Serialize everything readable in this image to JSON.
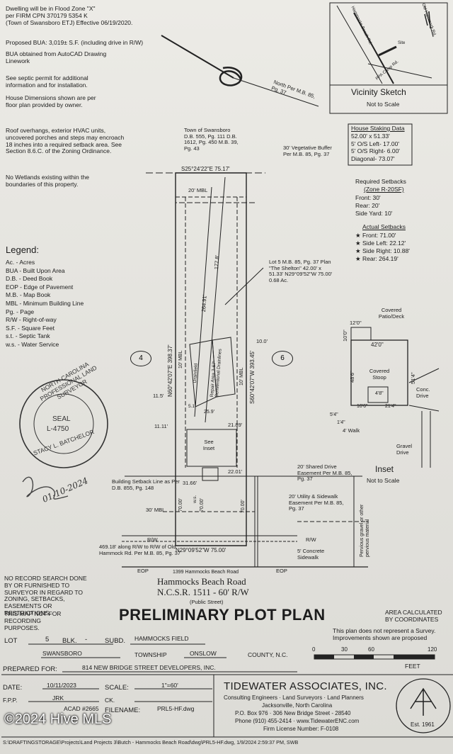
{
  "notes": {
    "flood_lines": [
      "Dwelling will be in Flood Zone \"X\"",
      "per FIRM CPN 370179 5354 K",
      "(Town of Swansboro ETJ) Effective 06/19/2020."
    ],
    "bua": "Proposed BUA: 3,019± S.F. (including drive in R/W)",
    "bua_source": "BUA obtained from AutoCAD Drawing Linework",
    "septic": "See septic permit for additional information and for installation.",
    "house_dims": "House Dimensions shown are per floor plan provided by owner.",
    "roof": "Roof overhangs, exterior HVAC units, uncovered porches and steps may encroach 18 inches into a required setback area. See Section 8.6.C. of the Zoning Ordinance.",
    "wetlands": "No Wetlands existing within the boundaries of this property."
  },
  "legend": {
    "title": "Legend:",
    "items": [
      "Ac. - Acres",
      "BUA - Built Upon Area",
      "D.B. - Deed Book",
      "EOP - Edge of Pavement",
      "M.B. - Map Book",
      "MBL - Minimum Building Line",
      "Pg. - Page",
      "R/W - Right-of-way",
      "S.F. - Square Feet",
      "s.t. - Septic Tank",
      "w.s. - Water Service"
    ]
  },
  "vicinity": {
    "title": "Vicinity Sketch",
    "subtitle": "Not to Scale",
    "roads": [
      "Old Hammock Rd.",
      "Hammocks Beach Rd.",
      "PPA Camp Rd.",
      "Site"
    ]
  },
  "staking": {
    "title": "House Staking Data",
    "lines": [
      "52.00' x 51.33'",
      "5' O/S Left- 17.00'",
      "5' O/S Right- 6.00'",
      "Diagonal- 73.07'"
    ]
  },
  "required_setbacks": {
    "title": "Required Setbacks",
    "zone": "(Zone R-20SF)",
    "lines": [
      "Front: 30'",
      "Rear: 20'",
      "Side Yard: 10'"
    ]
  },
  "actual_setbacks": {
    "title": "Actual Setbacks",
    "lines": [
      "Front: 71.00'",
      "Side Left: 22.12'",
      "Side Right: 10.88'",
      "Rear: 264.19'"
    ]
  },
  "plan_labels": {
    "town": "Town of Swansboro D.B. 555, Pg. 111 D.B. 1612, Pg. 450 M.B. 39, Pg. 43",
    "buffer": "30' Vegetative Buffer Per M.B. 85, Pg. 37",
    "north": "North Per M.B. 85, Pg. 37",
    "rear_bearing": "S25°24'22\"E 75.17'",
    "rear_mbl": "20' MBL",
    "lot5": "Lot 5 M.B. 85, Pg. 37 Plan \"The Shelton\" 42.00' x 51.33' N29°09'52\"W 75.00' 0.68 Ac.",
    "left_bearing": "N60°42'07\"E 398.37'",
    "right_bearing": "S60°42'07\"W 393.45'",
    "dim_264": "264.91'",
    "dim_177": "177.8'",
    "drainfield": "Drainfield",
    "repair": "Repair Area 3-67' Conventional Drainlines",
    "mbl10_l": "10' MBL",
    "mbl10_r": "10' MBL",
    "d10": "10.0'",
    "lot4": "4",
    "lot6": "6",
    "d115": "11.5'",
    "d1111": "11.11'",
    "d259": "25.9'",
    "d2189": "21.89'",
    "d51": "5.1'",
    "see_inset": "See Inset",
    "d2201": "22.01'",
    "d3166": "31.66'",
    "setback_line": "Building Setback Line as Per D.B. 855, Pg. 148",
    "mbl30": "30' MBL",
    "d70a": "70.00'",
    "d70b": "70.00'",
    "ws": "w.s.",
    "d70c": "70.00'",
    "shared_drive": "20' Shared Drive Easement Per M.B. 85, Pg. 37",
    "utility": "20' Utility & Sidewalk Easement Per M.B. 85, Pg. 37",
    "rw_left": "R/W",
    "rw_right": "R/W",
    "rw_dist": "469.18' along R/W to R/W of Old Hammock Rd. Per M.B. 85, Pg. 37",
    "front_bearing": "N29°09'52\"W 75.00'",
    "concrete": "5' Concrete Sidewalk",
    "eop_l": "EOP",
    "eop_r": "EOP",
    "address": "1399 Hammocks Beach Road",
    "pervious": "Pervious gravel or other pervious material",
    "road1": "Hammocks Beach Road",
    "road2": "N.C.S.R. 1511 - 60' R/W",
    "road3": "(Public Street)"
  },
  "inset": {
    "title": "Inset",
    "subtitle": "Not to Scale",
    "patio": "Covered Patio/Deck",
    "d120": "12'0\"",
    "d100": "10'0\"",
    "d420": "42'0\"",
    "d486": "48'6\"",
    "d514": "51'4\"",
    "stoop": "Covered Stoop",
    "d48": "4'8\"",
    "d106": "10'6\"",
    "d214": "21'4\"",
    "d54": "5'4\"",
    "d14": "1'4\"",
    "walk": "4' Walk",
    "conc": "Conc. Drive",
    "gravel": "Gravel Drive"
  },
  "seal": {
    "outer": "NORTH CAROLINA PROFESSIONAL LAND SURVEYOR",
    "seal": "SEAL",
    "number": "L-4750",
    "name": "STACY L. BATCHELOR",
    "date": "01-10-2024"
  },
  "disclaimer": {
    "record": "NO RECORD SEARCH DONE BY OR FURNISHED TO SURVEYOR IN REGARD TO ZONING, SETBACKS, EASEMENTS OR RESTRICTIONS.",
    "not_for": "THIS MAP NOT FOR RECORDING PURPOSES."
  },
  "title_block": {
    "title": "PRELIMINARY PLOT PLAN",
    "area": "AREA CALCULATED BY COORDINATES",
    "survey_note": "This plan does not represent a Survey. Improvements shown are proposed",
    "lot_label": "LOT",
    "lot": "5",
    "blk_label": "BLK.",
    "blk": "-",
    "subd_label": "SUBD.",
    "subd": "HAMMOCKS FIELD",
    "township": "SWANSBORO",
    "township_label": "TOWNSHIP",
    "county": "ONSLOW",
    "county_label": "COUNTY, N.C.",
    "prepared_label": "PREPARED FOR:",
    "prepared": "814 NEW BRIDGE STREET DEVELOPERS, INC.",
    "scale_ticks": [
      "0",
      "30",
      "60",
      "120"
    ],
    "feet": "FEET",
    "date_label": "DATE:",
    "date": "10/11/2023",
    "scale_label": "SCALE:",
    "scale": "1\"=60'",
    "fpp_label": "F.P.P.",
    "fpp": "JRK",
    "ck_label": "CK.",
    "acad": "ACAD #2665",
    "filename_label": "FILENAME:",
    "filename": "PRL5-HF.dwg",
    "company": "TIDEWATER ASSOCIATES, INC.",
    "company_sub": "Consulting Engineers · Land Surveyors · Land Planners",
    "city": "Jacksonville, North Carolina",
    "address": "P.O. Box 976 · 306 New Bridge Street - 28540",
    "phone": "Phone (910) 455-2414 · www.TidewaterENC.com",
    "license": "Firm License Number: F-0108",
    "logo_est": "Est. 1961",
    "path": "S:\\DRAFTINGSTORAGE\\Projects\\Land Projects 3\\Butch - Hammocks Beach Road\\dwg\\PRL5-HF.dwg, 1/9/2024 2:59:37 PM, SWB"
  },
  "watermark": "©2024 Hive MLS"
}
